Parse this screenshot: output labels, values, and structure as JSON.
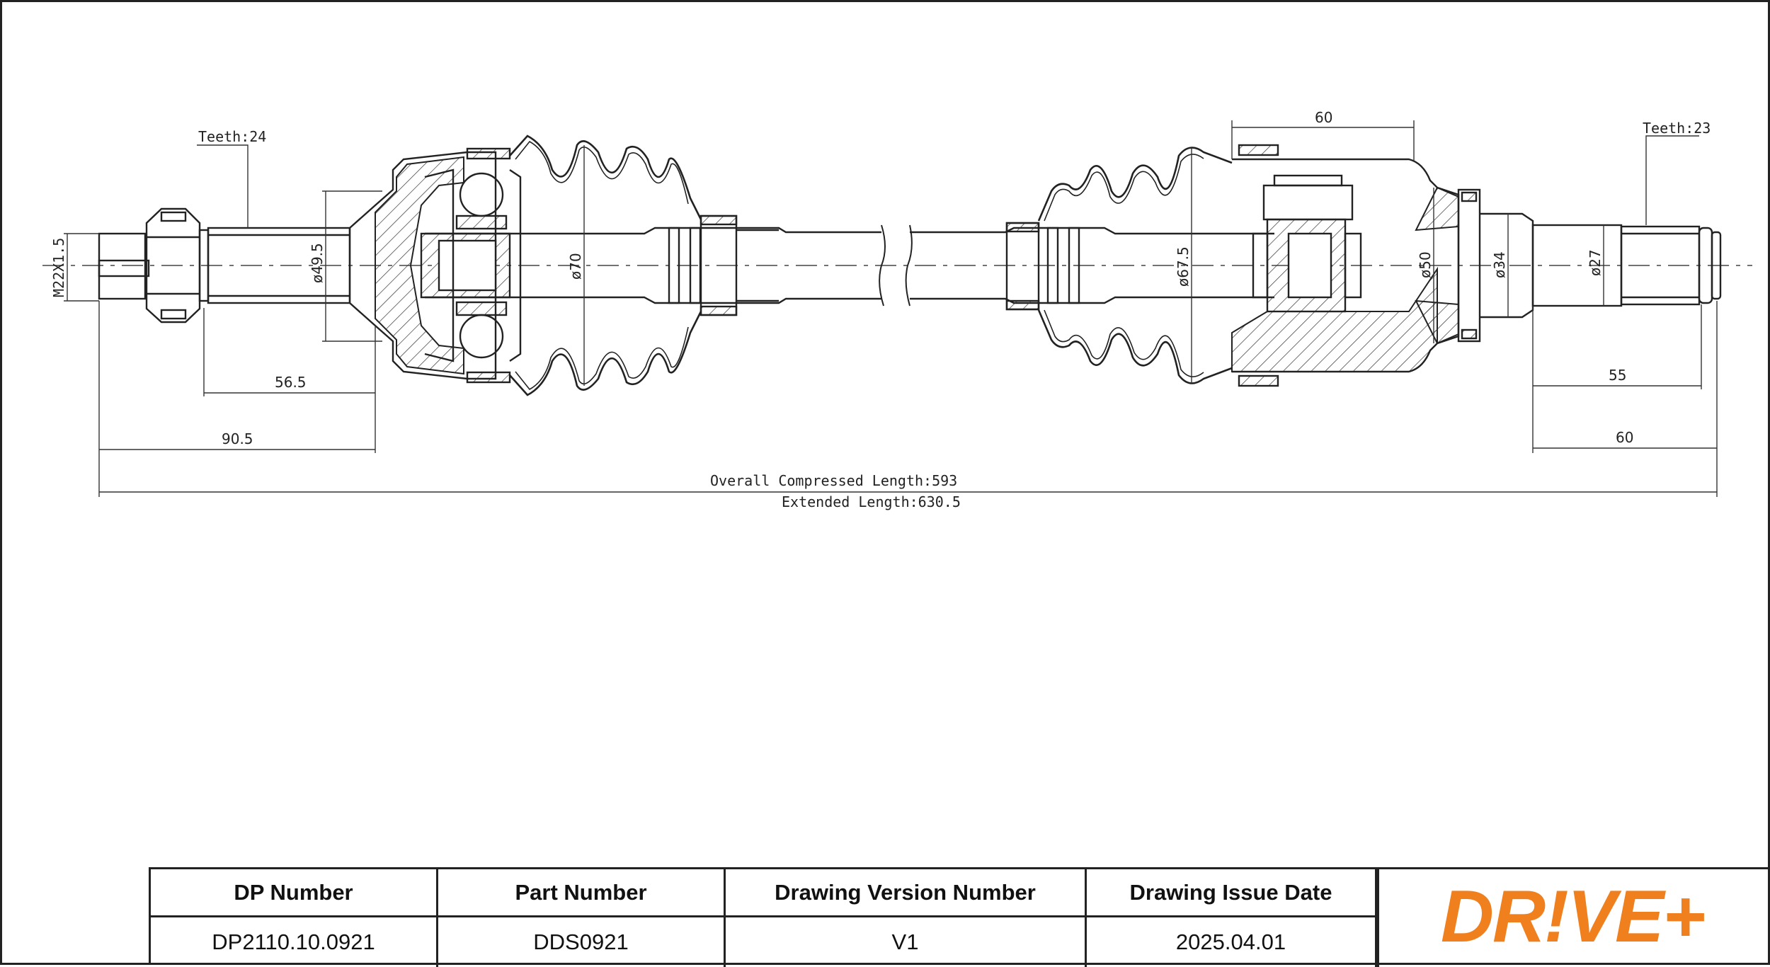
{
  "drawing": {
    "teeth_left": "Teeth:24",
    "teeth_right": "Teeth:23",
    "thread": "M22X1.5",
    "dia_49_5": "ø49.5",
    "dia_70": "ø70",
    "dia_67_5": "ø67.5",
    "dia_50": "ø50",
    "dia_34": "ø34",
    "dia_27": "ø27",
    "len_56_5": "56.5",
    "len_90_5": "90.5",
    "len_60_top": "60",
    "len_55": "55",
    "len_60_right": "60",
    "overall_length": "Overall  Compressed  Length:593",
    "extended_length": "Extended  Length:630.5"
  },
  "title_block": {
    "headers": [
      "DP Number",
      "Part Number",
      "Drawing Version Number",
      "Drawing Issue Date"
    ],
    "values": [
      "DP2110.10.0921",
      "DDS0921",
      "V1",
      "2025.04.01"
    ]
  },
  "logo": {
    "text": "DR!VE+",
    "color": "#f07f1e"
  }
}
